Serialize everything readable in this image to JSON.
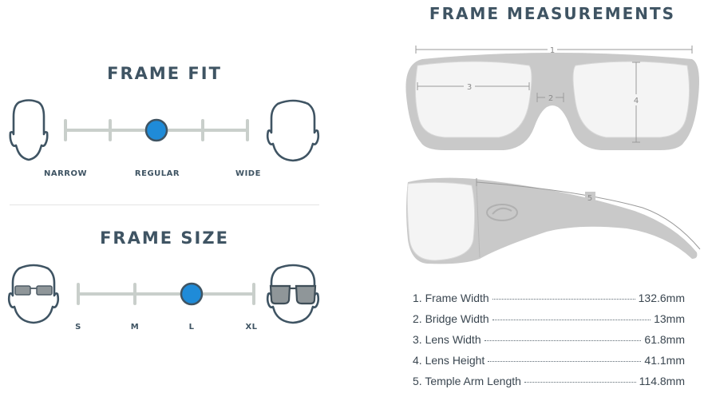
{
  "frame_fit": {
    "title": "FRAME FIT",
    "labels": [
      "NARROW",
      "REGULAR",
      "WIDE"
    ],
    "selected": "REGULAR"
  },
  "frame_size": {
    "title": "FRAME SIZE",
    "labels": [
      "S",
      "M",
      "L",
      "XL"
    ],
    "selected": "L"
  },
  "measurements": {
    "title": "FRAME MEASUREMENTS",
    "dimension_numbers": [
      "1",
      "2",
      "3",
      "4",
      "5"
    ],
    "specs": [
      {
        "label": "1. Frame Width",
        "value": "132.6mm"
      },
      {
        "label": "2. Bridge Width",
        "value": "13mm"
      },
      {
        "label": "3. Lens Width",
        "value": "61.8mm"
      },
      {
        "label": "4. Lens Height",
        "value": "41.1mm"
      },
      {
        "label": "5. Temple Arm Length",
        "value": "114.8mm"
      }
    ]
  },
  "colors": {
    "accent": "#1f8bd8",
    "heading": "#3f5463",
    "track": "#c9cfcb",
    "frame_gray": "#c8c8c8"
  },
  "icons": [
    "narrow-head-icon",
    "wide-head-icon",
    "small-glasses-head-icon",
    "large-glasses-head-icon",
    "costa-logo-icon"
  ]
}
